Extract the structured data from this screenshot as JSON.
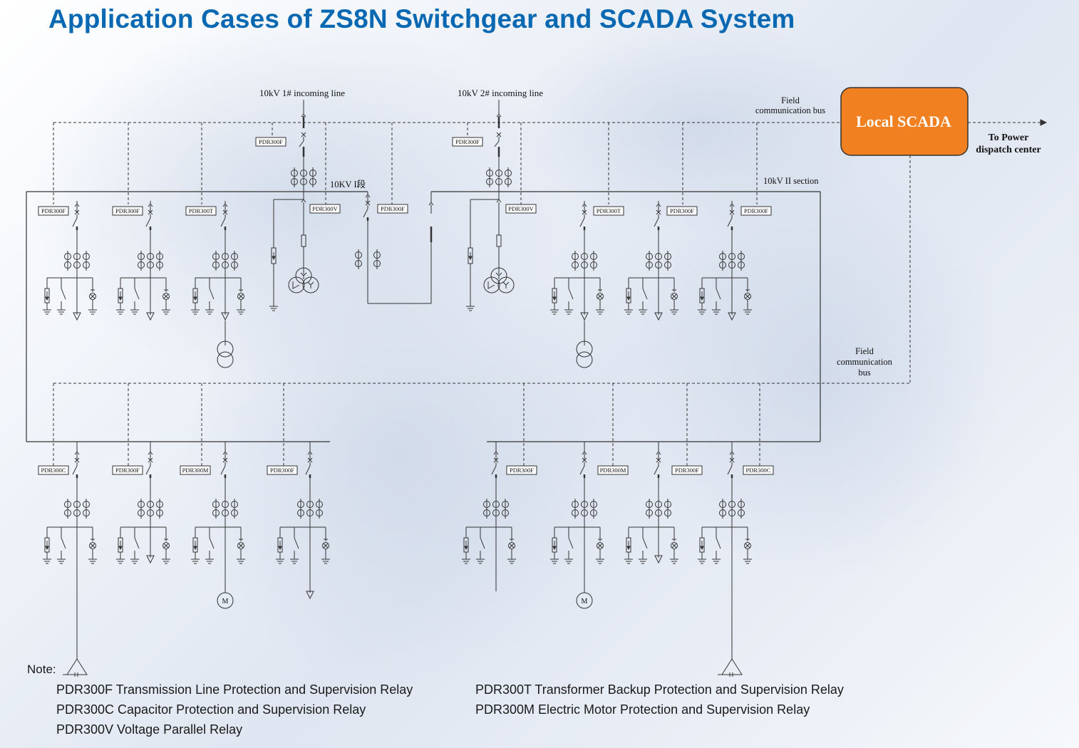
{
  "title": "Application Cases of ZS8N Switchgear and SCADA System",
  "labels": {
    "incoming_1": "10kV 1# incoming line",
    "incoming_2": "10kV 2# incoming line",
    "section_1": "10KV I段",
    "section_2": "10kV II section",
    "field_bus_top": [
      "Field",
      "communication bus"
    ],
    "field_bus_right": [
      "Field",
      "communication",
      "bus"
    ],
    "scada": "Local SCADA",
    "dispatch": [
      "To Power",
      "dispatch center"
    ],
    "motor": "M"
  },
  "relays": {
    "inc1": "PDR300F",
    "inc2": "PDR300F",
    "top_feeders": [
      "PDR300F",
      "PDR300F",
      "PDR300T",
      "PDR300V",
      "PDR300F",
      "PDR300V",
      "PDR300T",
      "PDR300F",
      "PDR300F"
    ],
    "bottom_feeders": [
      "PDR300C",
      "PDR300F",
      "PDR300M",
      "PDR300F",
      "PDR300F",
      "PDR300M",
      "PDR300F",
      "PDR300C"
    ]
  },
  "notes": {
    "heading": "Note:",
    "items": [
      "PDR300F Transmission Line Protection and Supervision Relay",
      "PDR300T Transformer Backup Protection and Supervision Relay",
      "PDR300C Capacitor Protection and Supervision Relay",
      "PDR300M Electric Motor Protection and Supervision Relay",
      "PDR300V Voltage Parallel Relay"
    ]
  },
  "colors": {
    "title": "#0868b2",
    "scada_fill": "#f08020",
    "scada_text": "#ffffff",
    "line": "#333333"
  }
}
